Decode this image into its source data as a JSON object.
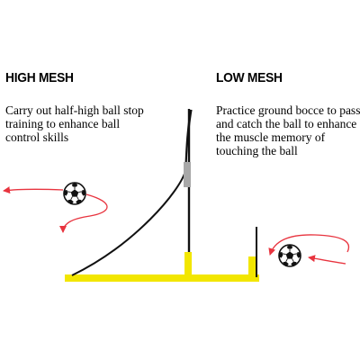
{
  "high_mesh": {
    "title": "HIGH MESH",
    "description_lines": [
      "Carry out half-high ball stop",
      "training to enhance ball",
      "control skills"
    ]
  },
  "low_mesh": {
    "title": "LOW MESH",
    "description_lines": [
      "Practice ground bocce to pass",
      "and catch the ball to enhance",
      "the muscle memory of",
      "touching the ball"
    ]
  },
  "colors": {
    "frame": "#f2e600",
    "net_line": "#111111",
    "sleeve": "#a8a8a8",
    "arrow": "#e8343f",
    "text": "#000000"
  }
}
